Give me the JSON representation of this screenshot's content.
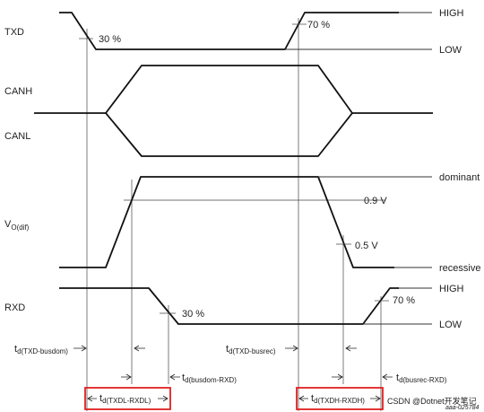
{
  "signals": {
    "txd": "TXD",
    "canh": "CANH",
    "canl": "CANL",
    "vodif_main": "V",
    "vodif_sub": "O(dif)",
    "rxd": "RXD"
  },
  "levels": {
    "txd_high": "HIGH",
    "txd_low": "LOW",
    "dominant": "dominant",
    "recessive": "recessive",
    "rxd_high": "HIGH",
    "rxd_low": "LOW"
  },
  "thresholds": {
    "txd_30": "30 %",
    "txd_70": "70 %",
    "v_09": "0.9 V",
    "v_05": "0.5 V",
    "rxd_30": "30 %",
    "rxd_70": "70 %"
  },
  "timings": {
    "txd_busdom": {
      "main": "t",
      "sub": "d(TXD-busdom)"
    },
    "busdom_rxd": {
      "main": "t",
      "sub": "d(busdom-RXD)"
    },
    "txd_busrec": {
      "main": "t",
      "sub": "d(TXD-busrec)"
    },
    "busrec_rxd": {
      "main": "t",
      "sub": "d(busrec-RXD)"
    },
    "txdl_rxdl": {
      "main": "t",
      "sub": "d(TXDL-RXDL)"
    },
    "txdh_rxdh": {
      "main": "t",
      "sub": "d(TXDH-RXDH)"
    }
  },
  "footer": {
    "watermark": "CSDN @Dotnet开发笔记",
    "figure_id": "aaa-025784"
  },
  "colors": {
    "highlight_box": "#e02020",
    "line": "#111111"
  }
}
